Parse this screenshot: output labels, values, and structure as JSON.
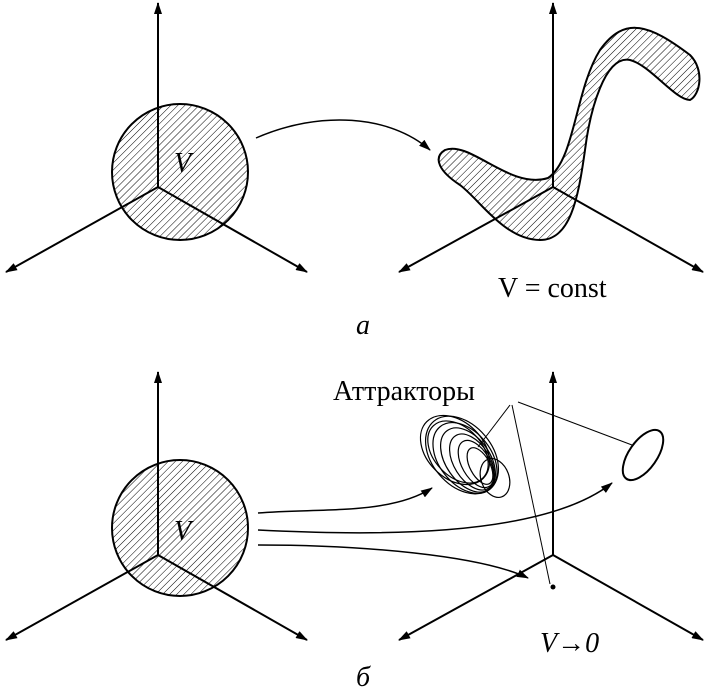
{
  "panels": {
    "a": {
      "caption": "а",
      "left_label": "V",
      "right_label": "V = const"
    },
    "b": {
      "caption": "б",
      "left_label": "V",
      "attractors_label": "Аттракторы",
      "right_label": "V→0"
    }
  },
  "colors": {
    "stroke": "#000000",
    "background": "#ffffff"
  }
}
